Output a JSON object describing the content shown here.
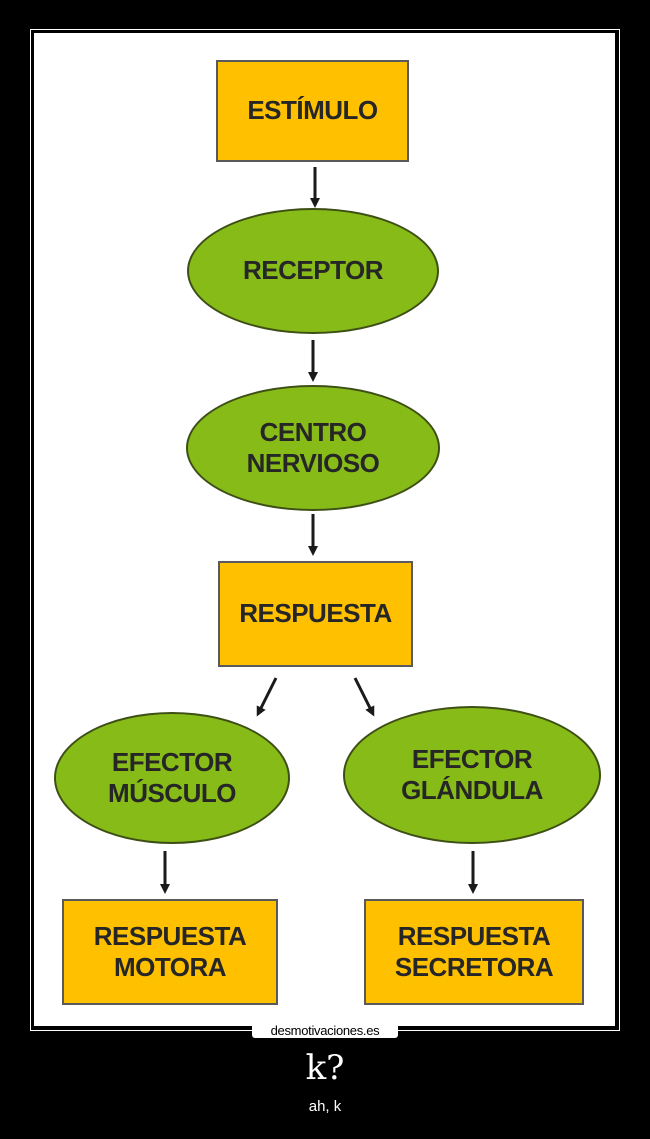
{
  "diagram": {
    "nodes": {
      "estimulo": "ESTÍMULO",
      "receptor": "RECEPTOR",
      "centro_nervioso": [
        "CENTRO",
        "NERVIOSO"
      ],
      "respuesta": "RESPUESTA",
      "efector_musculo": [
        "EFECTOR",
        "MÚSCULO"
      ],
      "efector_glandula": [
        "EFECTOR",
        "GLÁNDULA"
      ],
      "respuesta_motora": [
        "RESPUESTA",
        "MOTORA"
      ],
      "respuesta_secretora": [
        "RESPUESTA",
        "SECRETORA"
      ]
    },
    "colors": {
      "rect_fill": "#ffc000",
      "oval_fill": "#86bb18",
      "arrow": "#1a1a1a"
    }
  },
  "poster": {
    "site": "desmotivaciones.es",
    "caption": "k?",
    "subcaption": "ah, k"
  }
}
